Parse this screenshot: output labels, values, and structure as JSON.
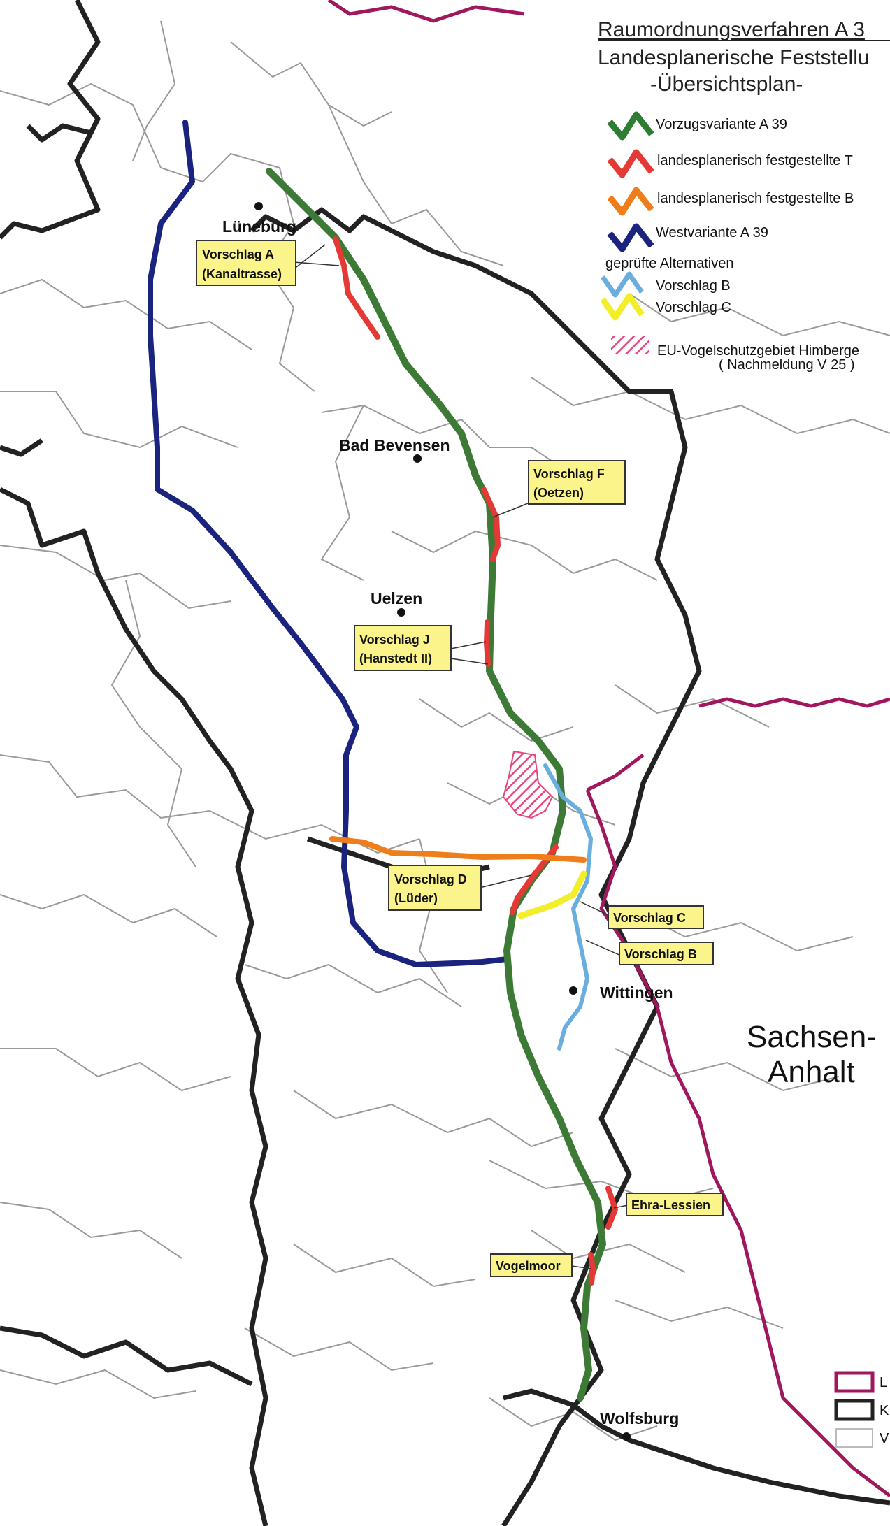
{
  "title": {
    "line1": "Raumordnungsverfahren A 3",
    "line2": "Landesplanerische Feststellu",
    "line3": "-Übersichtsplan-"
  },
  "legend": {
    "items": [
      {
        "label": "Vorzugsvariante A 39",
        "color": "#2e7d32"
      },
      {
        "label": "landesplanerisch festgestellte T",
        "color": "#e53935"
      },
      {
        "label": "landesplanerisch festgestellte B",
        "color": "#ef7d1a"
      },
      {
        "label": "Westvariante A 39",
        "color": "#1a237e"
      }
    ],
    "alternatives_heading": "geprüfte Alternativen",
    "alternatives": [
      {
        "label": "Vorschlag B",
        "color": "#6aaee0"
      },
      {
        "label": "Vorschlag C",
        "color": "#f2ef2a"
      }
    ],
    "protection_line1": "EU-Vogelschutzgebiet Himberge",
    "protection_line2": "( Nachmeldung V 25 )",
    "protection_color": "#e8457a"
  },
  "boundary_legend": [
    {
      "label": "L",
      "color": "#a0175e"
    },
    {
      "label": "K",
      "color": "#222222"
    },
    {
      "label": "V",
      "color": "#bbbbbb"
    }
  ],
  "cities": [
    {
      "name": "Lüneburg"
    },
    {
      "name": "Bad Bevensen"
    },
    {
      "name": "Uelzen"
    },
    {
      "name": "Wittingen"
    },
    {
      "name": "Wolfsburg"
    }
  ],
  "region": {
    "line1": "Sachsen-",
    "line2": "Anhalt"
  },
  "callouts": {
    "a_line1": "Vorschlag A",
    "a_line2": "(Kanaltrasse)",
    "f_line1": "Vorschlag F",
    "f_line2": "(Oetzen)",
    "j_line1": "Vorschlag J",
    "j_line2": "(Hanstedt II)",
    "d_line1": "Vorschlag D",
    "d_line2": "(Lüder)",
    "c": "Vorschlag C",
    "b": "Vorschlag B",
    "ehra": "Ehra-Lessien",
    "vogel": "Vogelmoor"
  },
  "colors": {
    "callout_bg": "#fbf48a",
    "state_border": "#a0175e",
    "district_border": "#222222",
    "municipal_border": "#9a9a9a"
  }
}
